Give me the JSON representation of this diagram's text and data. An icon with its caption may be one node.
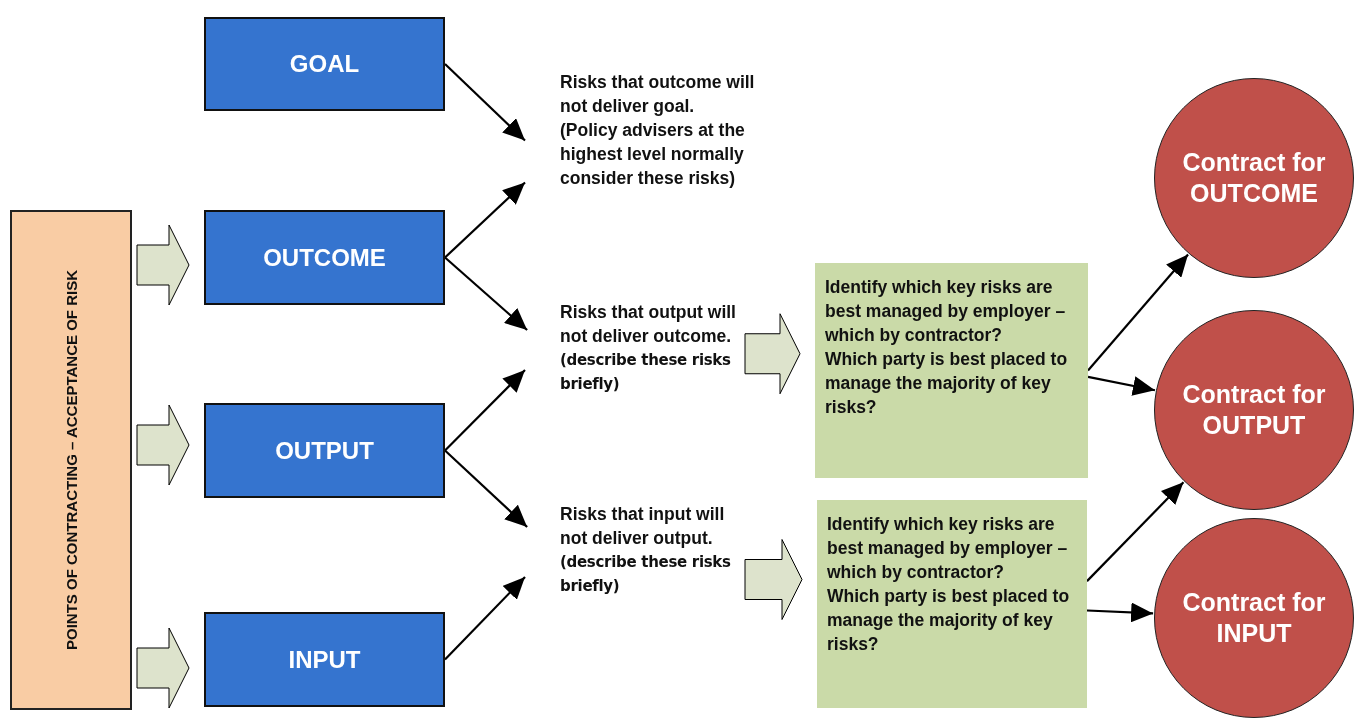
{
  "diagram": {
    "nodes": [
      {
        "text": [
          "POINTS OF CONTRACTING – ACCEPTANCE OF RISK"
        ]
      },
      {
        "text": [
          "GOAL"
        ]
      },
      {
        "text": [
          "OUTCOME"
        ]
      },
      {
        "text": [
          "OUTPUT"
        ]
      },
      {
        "text": [
          "INPUT"
        ]
      },
      {
        "text": [
          "Risks that outcome will not deliver goal.",
          "(Policy advisers at the highest level normally consider these risks)"
        ]
      },
      {
        "text": [
          "Risks that output will not deliver outcome.",
          "(describe these risks briefly)"
        ]
      },
      {
        "text": [
          "Risks that input will not deliver output.",
          "(describe these risks briefly)"
        ]
      },
      {
        "text": [
          "Identify which key risks are best managed by employer – which by contractor?",
          "Which party is best placed to manage the majority of key risks?"
        ]
      },
      {
        "text": [
          "Identify which key risks are best managed by employer – which by contractor?",
          "Which party is best placed to manage the majority of key risks?"
        ]
      },
      {
        "text": [
          "Contract for OUTCOME"
        ]
      },
      {
        "text": [
          "Contract for OUTPUT"
        ]
      },
      {
        "text": [
          "Contract for INPUT"
        ]
      }
    ],
    "edges": [
      {
        "from": 0,
        "to": 2,
        "arrow": "to",
        "style": "thick"
      },
      {
        "from": 0,
        "to": 3,
        "arrow": "to",
        "style": "thick"
      },
      {
        "from": 0,
        "to": 4,
        "arrow": "to",
        "style": "thick"
      },
      {
        "from": 1,
        "to": 5,
        "arrow": "to"
      },
      {
        "from": 2,
        "to": 5,
        "arrow": "to"
      },
      {
        "from": 2,
        "to": 6,
        "arrow": "to"
      },
      {
        "from": 3,
        "to": 6,
        "arrow": "to"
      },
      {
        "from": 3,
        "to": 7,
        "arrow": "to"
      },
      {
        "from": 4,
        "to": 7,
        "arrow": "to"
      },
      {
        "from": 6,
        "to": 8,
        "arrow": "to",
        "style": "thick"
      },
      {
        "from": 7,
        "to": 9,
        "arrow": "to",
        "style": "thick"
      },
      {
        "from": 8,
        "to": 10,
        "arrow": "to"
      },
      {
        "from": 8,
        "to": 11,
        "arrow": "to"
      },
      {
        "from": 9,
        "to": 11,
        "arrow": "to"
      },
      {
        "from": 9,
        "to": 12,
        "arrow": "to"
      }
    ]
  }
}
